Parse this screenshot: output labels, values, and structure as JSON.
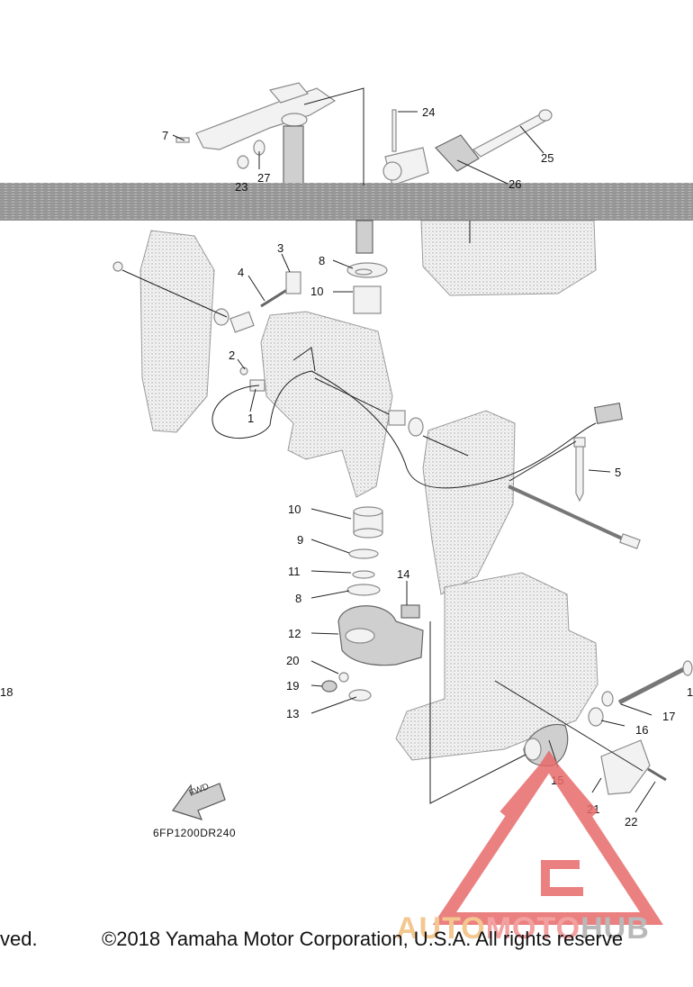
{
  "diagram": {
    "callouts": [
      "1",
      "2",
      "3",
      "4",
      "5",
      "7",
      "8",
      "8",
      "9",
      "10",
      "10",
      "11",
      "12",
      "13",
      "14",
      "15",
      "16",
      "17",
      "19",
      "20",
      "21",
      "22",
      "24",
      "25",
      "26",
      "27"
    ],
    "cut_labels": [
      "23",
      "18",
      "1"
    ],
    "drawing_code": "6FP1200DR240",
    "fwd_arrow_text": "FWD",
    "copyright_left": "ved.",
    "copyright_right": "©2018 Yamaha Motor Corporation, U.S.A. All rights reserve",
    "watermark": {
      "part1": "AUTO",
      "part2": "MOTO",
      "part3": "HUB",
      "logo_color": "#e86a6a",
      "color_auto": "#f3c78f",
      "color_moto": "#f2a0a0",
      "color_hub": "#b9b9b9"
    }
  }
}
